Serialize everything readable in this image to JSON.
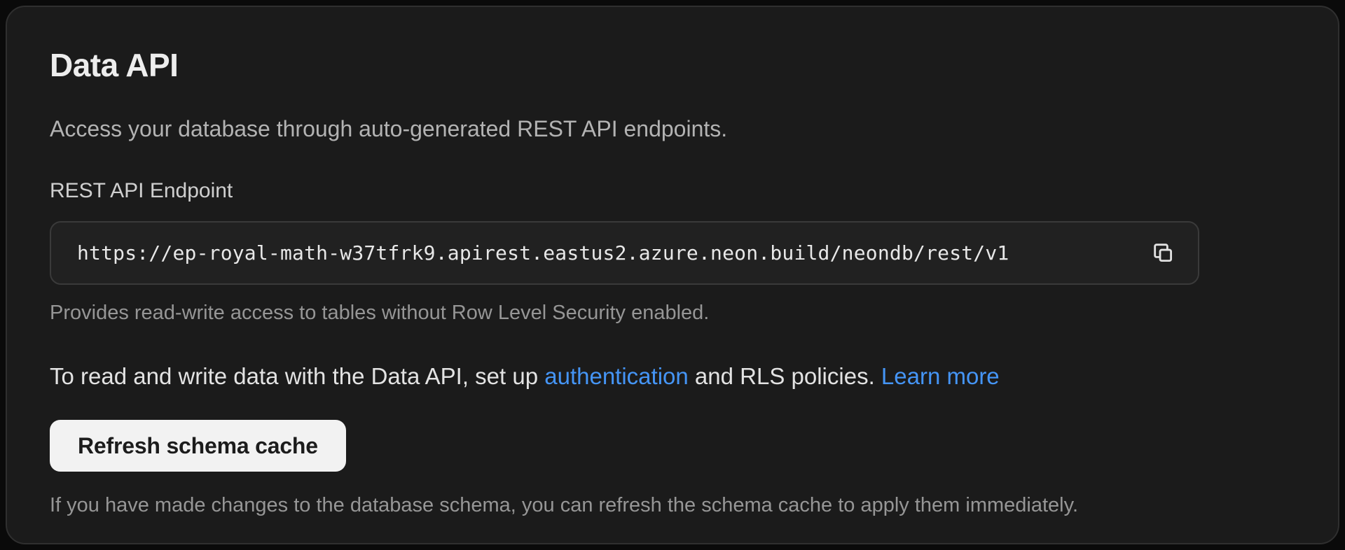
{
  "panel": {
    "title": "Data API",
    "description": "Access your database through auto-generated REST API endpoints.",
    "endpoint": {
      "label": "REST API Endpoint",
      "url": "https://ep-royal-math-w37tfrk9.apirest.eastus2.azure.neon.build/neondb/rest/v1",
      "copy_icon": "copy-icon",
      "helper": "Provides read-write access to tables without Row Level Security enabled."
    },
    "rls_note": {
      "text_before_auth_link": "To read and write data with the Data API, set up ",
      "auth_link_label": "authentication",
      "text_between_links": " and RLS policies. ",
      "learn_more_link_label": "Learn more"
    },
    "refresh": {
      "button_label": "Refresh schema cache",
      "helper": "If you have made changes to the database schema, you can refresh the schema cache to apply them immediately."
    },
    "colors": {
      "page_background": "#0a0a0a",
      "panel_background": "#1b1b1b",
      "panel_border": "#2f2f2f",
      "link_blue": "#4595f6",
      "button_background": "#f2f2f2",
      "button_text": "#1c1c1c"
    }
  }
}
